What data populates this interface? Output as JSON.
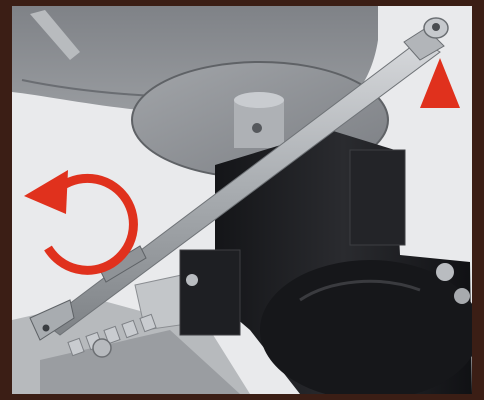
{
  "scene": {
    "kind": "assembly-illustration",
    "colors": {
      "frame": "#3b1e15",
      "background": "#e9eaec",
      "housing": "#8f9296",
      "housing_dark": "#6d7075",
      "metal_light": "#c7cacd",
      "metal_mid": "#a4a8ac",
      "black_body": "#1c1d20",
      "annotation": "#e0311d"
    },
    "annotations": [
      {
        "name": "rotation-arrow",
        "direction": "counterclockwise"
      },
      {
        "name": "up-arrow",
        "direction": "up"
      }
    ]
  }
}
